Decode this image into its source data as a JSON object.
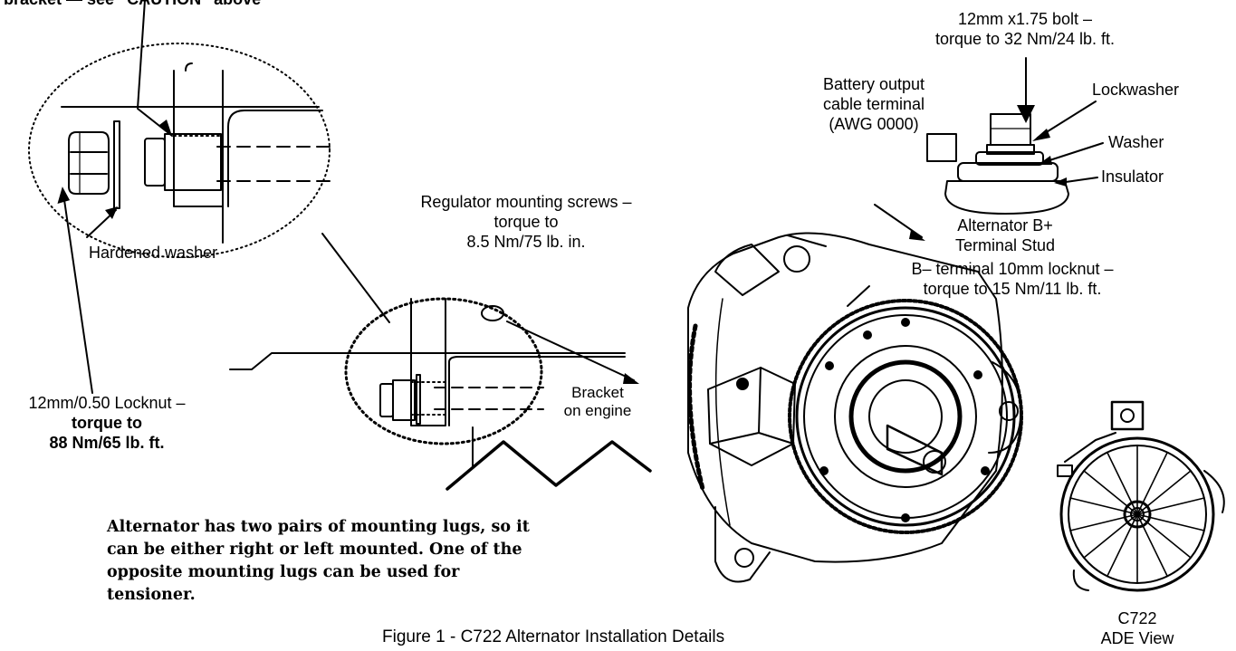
{
  "labels": {
    "top_clipped": "bracket — see “CAUTION” above",
    "bolt_line1": "12mm x1.75 bolt –",
    "bolt_line2": "torque to 32 Nm/24 lb. ft.",
    "battery_line1": "Battery output",
    "battery_line2": "cable terminal",
    "battery_line3": "(AWG 0000)",
    "lockwasher": "Lockwasher",
    "washer": "Washer",
    "insulator": "Insulator",
    "stud_line1": "Alternator B+",
    "stud_line2": "Terminal Stud",
    "regulator_line1": "Regulator mounting screws –",
    "regulator_line2": "torque to",
    "regulator_line3": "8.5 Nm/75 lb. in.",
    "b_minus_line1": "B– terminal 10mm locknut –",
    "b_minus_line2": "torque to 15 Nm/11 lb. ft.",
    "hardened_washer": "Hardened washer",
    "locknut_line1": "12mm/0.50 Locknut –",
    "locknut_line2": "torque to",
    "locknut_line3": "88 Nm/65 lb. ft.",
    "bracket_line1": "Bracket",
    "bracket_line2": "on engine",
    "note_line1": "Alternator has two pairs of mounting lugs, so it",
    "note_line2": "can be either right or left mounted. One of the",
    "note_line3": "opposite mounting lugs can be used for",
    "note_line4": "tensioner.",
    "caption": "Figure 1 - C722 Alternator Installation Details",
    "model": "C722",
    "view": "ADE View"
  }
}
